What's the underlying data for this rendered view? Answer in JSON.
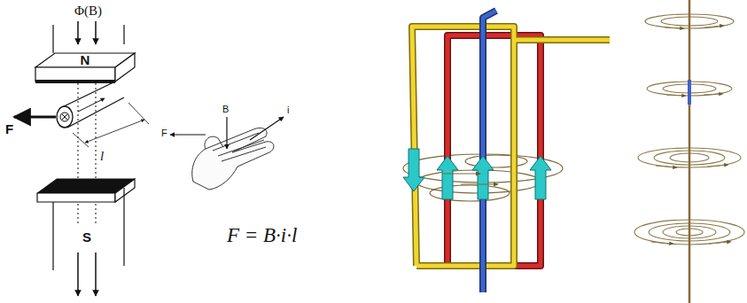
{
  "diagram": {
    "nodes": [
      {
        "text": [
          "N"
        ]
      },
      {
        "text": [
          "S"
        ]
      }
    ],
    "labels": [
      "Φ(B)",
      "F",
      "l",
      "F",
      "B",
      "i",
      "F = B·i·l"
    ]
  }
}
